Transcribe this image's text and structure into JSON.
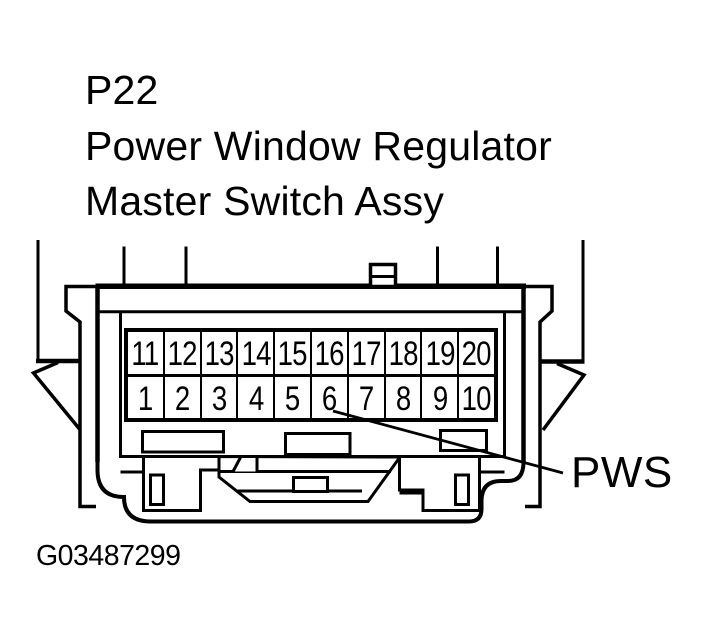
{
  "title": {
    "connector_id": "P22",
    "name_line1": "Power Window Regulator",
    "name_line2": "Master Switch Assy"
  },
  "connector": {
    "pins_top": [
      "11",
      "12",
      "13",
      "14",
      "15",
      "16",
      "17",
      "18",
      "19",
      "20"
    ],
    "pins_bottom": [
      "1",
      "2",
      "3",
      "4",
      "5",
      "6",
      "7",
      "8",
      "9",
      "10"
    ],
    "wire_label": "PWS",
    "labeled_pin": "6"
  },
  "figure_id": "G03487299",
  "colors": {
    "ink": "#000000",
    "paper": "#ffffff"
  }
}
